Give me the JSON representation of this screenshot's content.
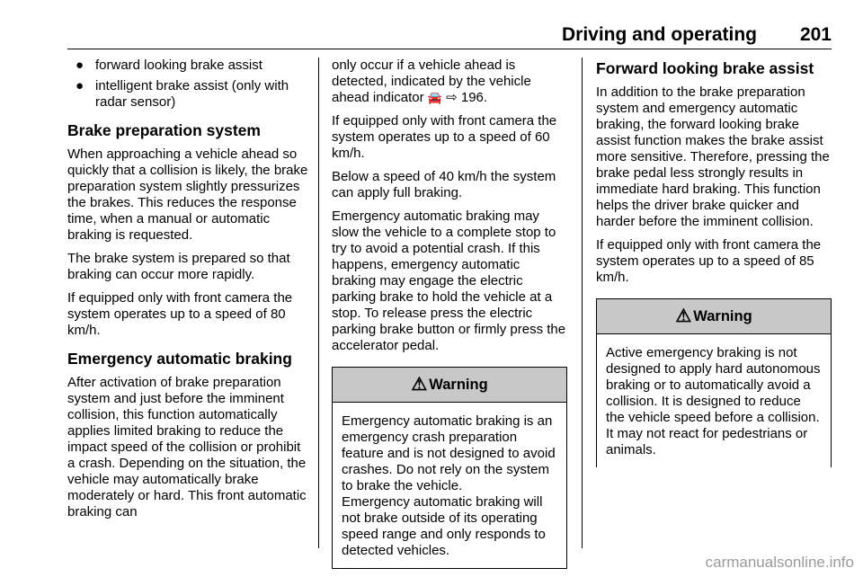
{
  "header": {
    "title": "Driving and operating",
    "page": "201"
  },
  "col1": {
    "bullets": [
      "forward looking brake assist",
      "intelligent brake assist (only with radar sensor)"
    ],
    "h_prep": "Brake preparation system",
    "p_prep1": "When approaching a vehicle ahead so quickly that a collision is likely, the brake preparation system slightly pressurizes the brakes. This reduces the response time, when a manual or automatic braking is requested.",
    "p_prep2": "The brake system is prepared so that braking can occur more rapidly.",
    "p_prep3": "If equipped only with front camera the system operates up to a speed of 80 km/h.",
    "h_emerg": "Emergency automatic braking",
    "p_emerg1": "After activation of brake preparation system and just before the imminent collision, this function automatically applies limited braking to reduce the impact speed of the collision or prohibit a crash. Depending on the situation, the vehicle may automatically brake moderately or hard. This front automatic braking can"
  },
  "col2": {
    "p1_a": "only occur if a vehicle ahead is detected, indicated by the vehicle ahead indicator",
    "p1_ref": "196.",
    "p2": "If equipped only with front camera the system operates up to a speed of 60 km/h.",
    "p3": "Below a speed of 40 km/h the system can apply full braking.",
    "p4": "Emergency automatic braking may slow the vehicle to a complete stop to try to avoid a potential crash. If this happens, emergency automatic braking may engage the electric parking brake to hold the vehicle at a stop. To release press the electric parking brake button or firmly press the accelerator pedal.",
    "warning": {
      "title": "Warning",
      "p1": "Emergency automatic braking is an emergency crash preparation feature and is not designed to avoid crashes. Do not rely on the system to brake the vehicle.",
      "p2": "Emergency automatic braking will not brake outside of its operating speed range and only responds to detected vehicles."
    }
  },
  "col3": {
    "h_fwd": "Forward looking brake assist",
    "p1": "In addition to the brake preparation system and emergency automatic braking, the forward looking brake assist function makes the brake assist more sensitive. Therefore, pressing the brake pedal less strongly results in immediate hard braking. This function helps the driver brake quicker and harder before the imminent collision.",
    "p2": "If equipped only with front camera the system operates up to a speed of 85 km/h.",
    "warning": {
      "title": "Warning",
      "p1": "Active emergency braking is not designed to apply hard autonomous braking or to automatically avoid a collision. It is designed to reduce the vehicle speed before a collision. It may not react for pedestrians or animals."
    }
  },
  "watermark": "carmanualsonline.info"
}
